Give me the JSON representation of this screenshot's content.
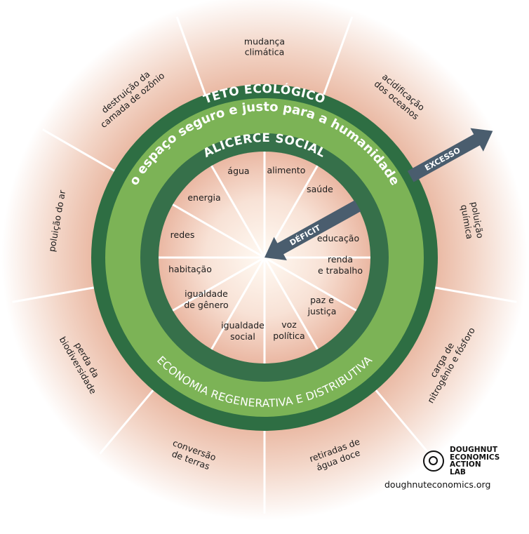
{
  "diagram": {
    "title_ceiling": "TETO ECOLÓGICO",
    "title_space": "o espaço seguro e justo para a humanidade",
    "title_foundation": "ALICERCE SOCIAL",
    "title_economy": "ECONOMIA REGENERATIVA E DISTRIBUTIVA",
    "arrow_overshoot": "EXCESSO",
    "arrow_shortfall": "DÉFICIT",
    "ecological_ceiling": [
      {
        "lines": [
          "mudança",
          "climática"
        ]
      },
      {
        "lines": [
          "acidificação",
          "dos oceanos"
        ]
      },
      {
        "lines": [
          "poluição",
          "química"
        ]
      },
      {
        "lines": [
          "carga de",
          "nitrogênio e fósforo"
        ]
      },
      {
        "lines": [
          "retiradas de",
          "água doce"
        ]
      },
      {
        "lines": [
          "conversão",
          "de terras"
        ]
      },
      {
        "lines": [
          "perda da",
          "biodiversidade"
        ]
      },
      {
        "lines": [
          "poluição do ar"
        ]
      },
      {
        "lines": [
          "destruição da",
          "camada de ozônio"
        ]
      }
    ],
    "social_foundation": [
      {
        "lines": [
          "alimento"
        ]
      },
      {
        "lines": [
          "saúde"
        ]
      },
      {
        "lines": [
          "educação"
        ]
      },
      {
        "lines": [
          "renda",
          "e trabalho"
        ]
      },
      {
        "lines": [
          "paz e",
          "justiça"
        ]
      },
      {
        "lines": [
          "voz",
          "política"
        ]
      },
      {
        "lines": [
          "igualdade",
          "social"
        ]
      },
      {
        "lines": [
          "igualdade",
          "de gênero"
        ]
      },
      {
        "lines": [
          "habitação"
        ]
      },
      {
        "lines": [
          "redes"
        ]
      },
      {
        "lines": [
          "energia"
        ]
      },
      {
        "lines": [
          "água"
        ]
      }
    ],
    "colors": {
      "dark_green": "#2e6e43",
      "inner_dark_green": "#36704a",
      "light_green": "#7cb356",
      "segment_pink": "#e9b9a5",
      "arrow_slate": "#4a5d6e"
    }
  },
  "logo": {
    "lines": [
      "DOUGHNUT",
      "ECONOMICS",
      "ACTION",
      "LAB"
    ],
    "website": "doughnuteconomics.org"
  }
}
